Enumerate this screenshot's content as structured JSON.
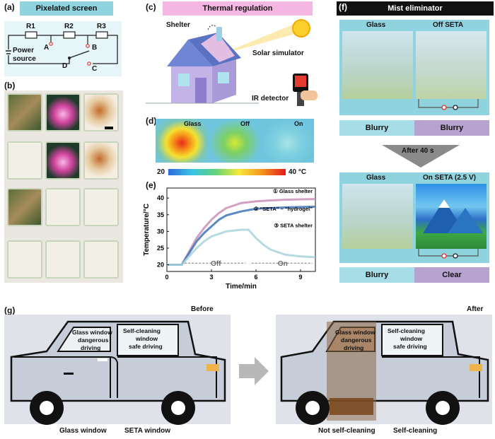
{
  "panel_a": {
    "letter": "(a)",
    "title": "Pixelated screen",
    "resistors": [
      "R1",
      "R2",
      "R3"
    ],
    "nodes": [
      "A",
      "B",
      "C",
      "D"
    ],
    "source_label_1": "Power",
    "source_label_2": "source",
    "colors": {
      "header": "#8fd3df",
      "box": "#e6f5f8"
    }
  },
  "panel_b": {
    "letter": "(b)"
  },
  "panel_c": {
    "letter": "(c)",
    "title": "Thermal regulation",
    "shelter": "Shelter",
    "solar": "Solar simulator",
    "ir": "IR detector",
    "colors": {
      "header": "#f4b7e3"
    }
  },
  "panel_d": {
    "letter": "(d)",
    "labels": [
      "Glass",
      "Off",
      "On"
    ],
    "scale_min": "20",
    "scale_max": "40 °C"
  },
  "panel_e": {
    "letter": "(e)",
    "chart_data": {
      "type": "line",
      "xlabel": "Time/min",
      "ylabel": "Temperature/°C",
      "x_ticks": [
        0,
        3,
        6,
        9
      ],
      "y_ticks": [
        20,
        25,
        30,
        35,
        40
      ],
      "xlim": [
        0,
        10
      ],
      "ylim": [
        18,
        43
      ],
      "series": [
        {
          "name": "① Glass shelter",
          "color": "#c98fb8",
          "x": [
            0,
            1,
            1.5,
            2,
            2.5,
            3,
            3.5,
            4,
            5,
            6,
            7,
            8,
            9,
            10
          ],
          "y": [
            20,
            20,
            24,
            28,
            31,
            33.5,
            35.5,
            37,
            38.5,
            39,
            39.3,
            39.5,
            39.6,
            39.7
          ]
        },
        {
          "name": "② “SETA” – “hydrogel”",
          "color": "#3e74b8",
          "x": [
            0,
            1,
            1.5,
            2,
            2.5,
            3,
            3.5,
            4,
            5,
            6,
            7,
            8,
            9,
            10
          ],
          "y": [
            20,
            20,
            23.5,
            27,
            29.5,
            31.5,
            33.5,
            34.8,
            36,
            36.8,
            37,
            37.2,
            37.3,
            37.4
          ]
        },
        {
          "name": "③ SETA shelter",
          "color": "#a8d4dc",
          "x": [
            0,
            1,
            1.5,
            2,
            2.5,
            3,
            4,
            5,
            5.5,
            6,
            6.5,
            7,
            8,
            9,
            10
          ],
          "y": [
            20,
            20,
            22.5,
            25,
            27,
            28.5,
            30,
            30.5,
            30.5,
            28,
            26,
            24.5,
            23,
            22.5,
            22.3
          ]
        }
      ],
      "annotations": [
        "Off",
        "On"
      ]
    }
  },
  "panel_f": {
    "letter": "(f)",
    "title": "Mist eliminator",
    "top_labels": [
      "Glass",
      "Off SETA"
    ],
    "top_status": [
      "Blurry",
      "Blurry"
    ],
    "arrow_text": "After 40 s",
    "bottom_labels": [
      "Glass",
      "On SETA (2.5 V)"
    ],
    "bottom_status": [
      "Blurry",
      "Clear"
    ],
    "colors": {
      "header": "#111111",
      "frame": "#8fd3df",
      "status_teal": "#a7dde6",
      "status_purple": "#b7a2d0"
    }
  },
  "panel_g": {
    "letter": "(g)",
    "before": "Before",
    "after": "After",
    "left_window_before": [
      "Glass window",
      "dangerous",
      "driving"
    ],
    "right_window_before": [
      "Self-cleaning",
      "window",
      "safe driving"
    ],
    "left_window_after": [
      "Glass window",
      "dangerous",
      "driving"
    ],
    "right_window_after": [
      "Self-cleaning",
      "window",
      "safe driving"
    ],
    "caption_before": [
      "Glass window",
      "SETA window"
    ],
    "caption_after": [
      "Not self-cleaning",
      "Self-cleaning"
    ]
  }
}
